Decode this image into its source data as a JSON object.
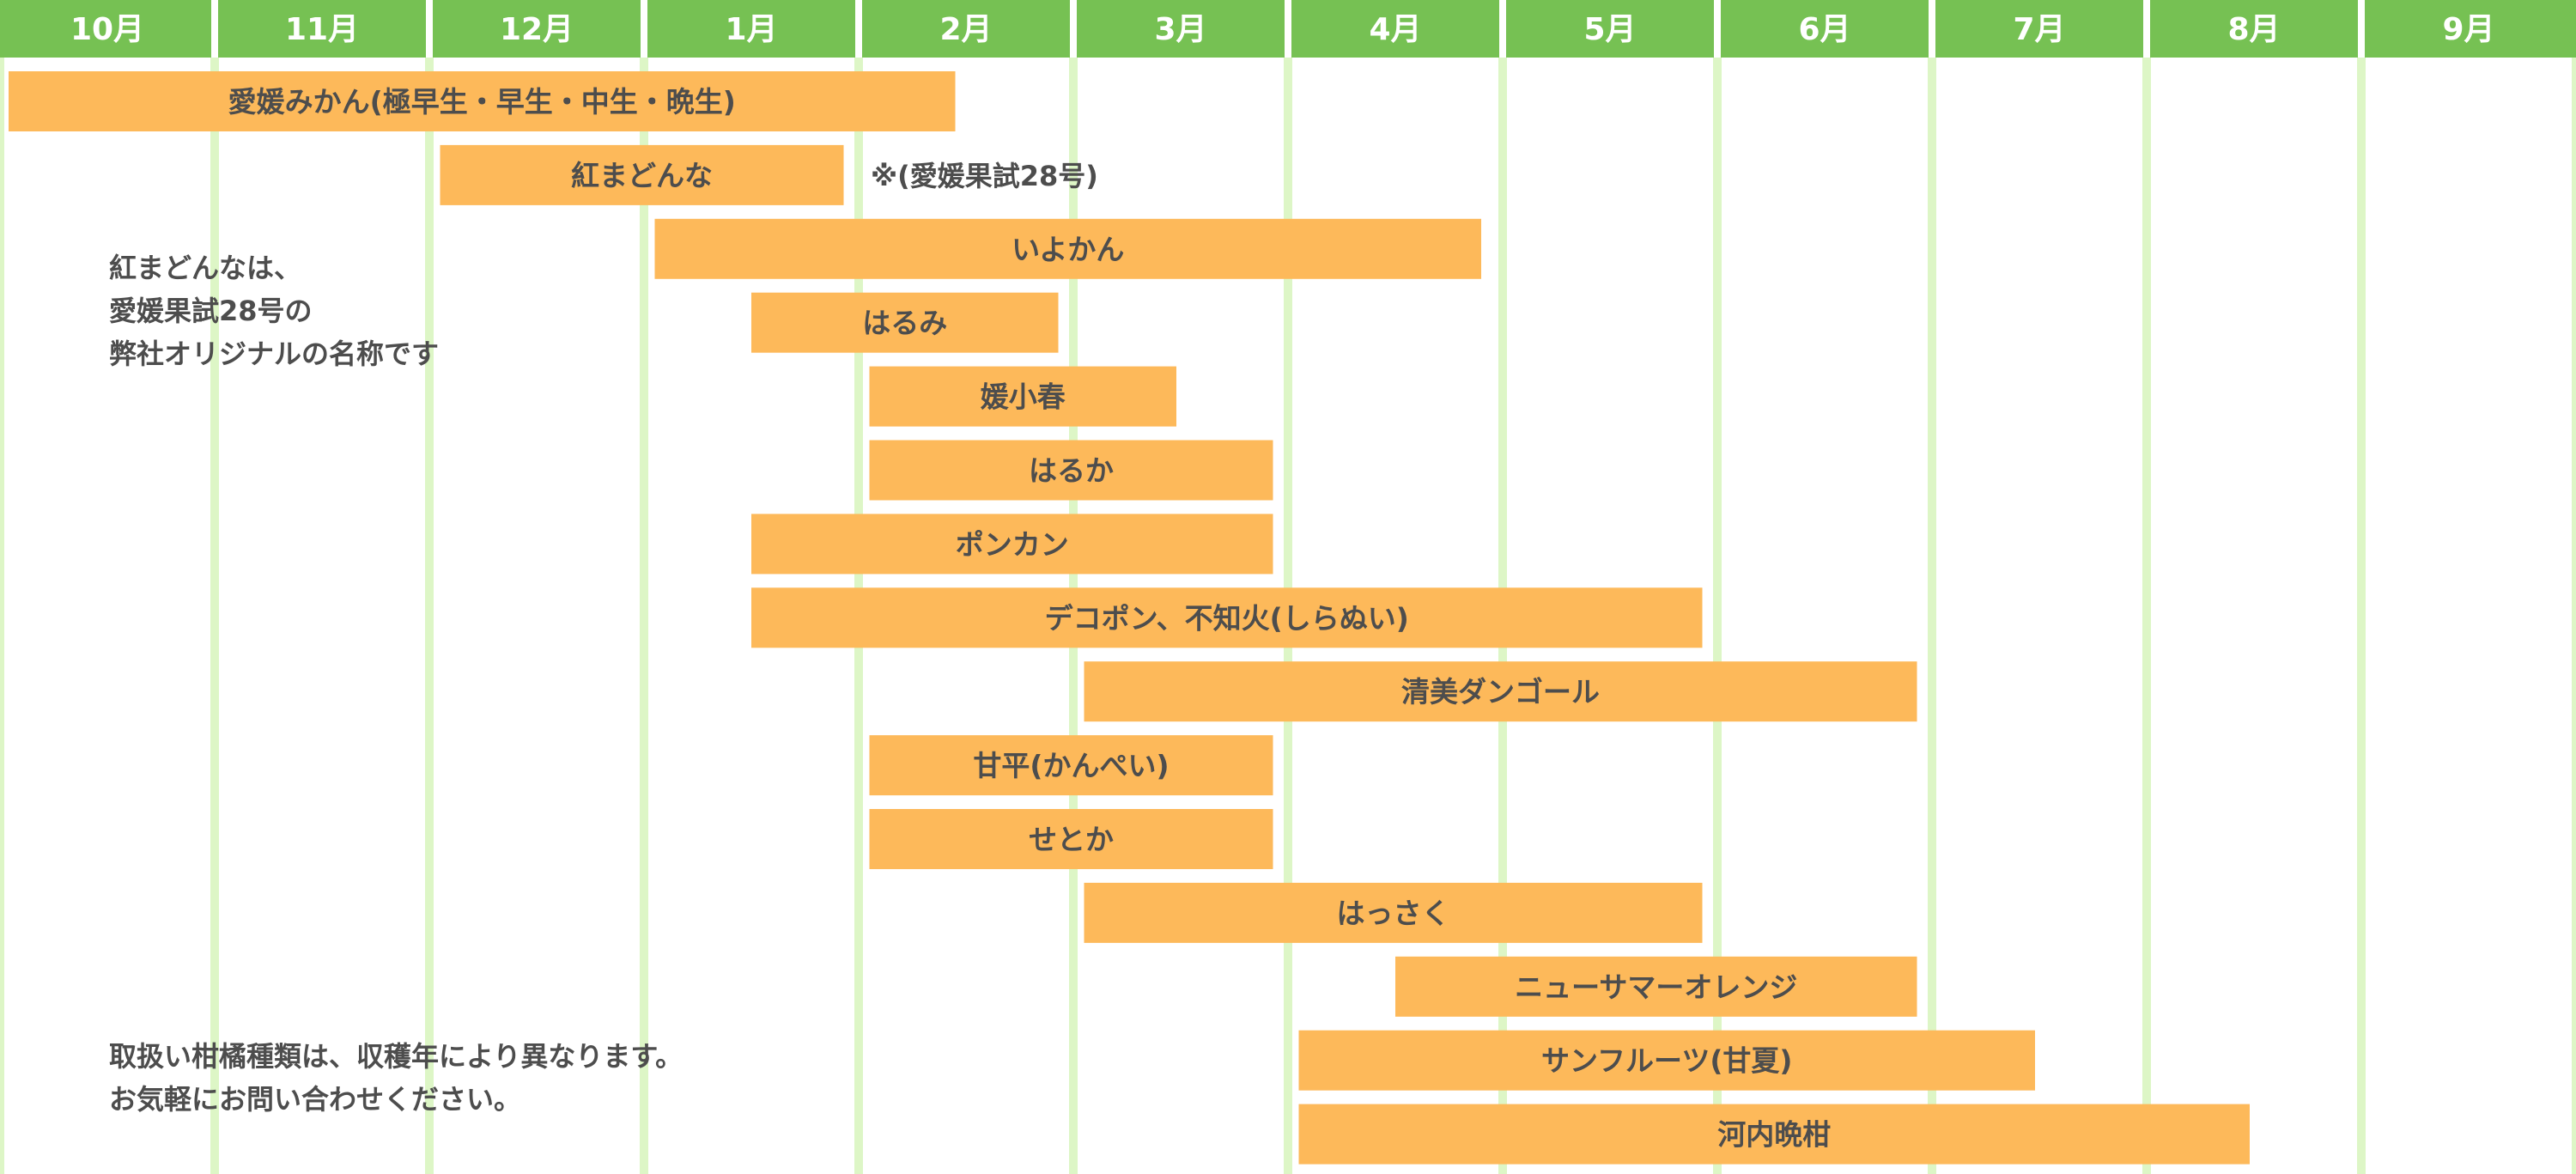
{
  "chart_data": {
    "type": "gantt",
    "months": [
      "10月",
      "11月",
      "12月",
      "1月",
      "2月",
      "3月",
      "4月",
      "5月",
      "6月",
      "7月",
      "8月",
      "9月"
    ],
    "bars": [
      {
        "label": "愛媛みかん(極早生・早生・中生・晩生)",
        "start": 0.04,
        "end": 4.45
      },
      {
        "label": "紅まどんな",
        "start": 2.05,
        "end": 3.93
      },
      {
        "label": "いよかん",
        "start": 3.05,
        "end": 6.9
      },
      {
        "label": "はるみ",
        "start": 3.5,
        "end": 4.93
      },
      {
        "label": "媛小春",
        "start": 4.05,
        "end": 5.48
      },
      {
        "label": "はるか",
        "start": 4.05,
        "end": 5.93
      },
      {
        "label": "ポンカン",
        "start": 3.5,
        "end": 5.93
      },
      {
        "label": "デコポン、不知火(しらぬい)",
        "start": 3.5,
        "end": 7.93
      },
      {
        "label": "清美ダンゴール",
        "start": 5.05,
        "end": 8.93
      },
      {
        "label": "甘平(かんぺい)",
        "start": 4.05,
        "end": 5.93
      },
      {
        "label": "せとか",
        "start": 4.05,
        "end": 5.93
      },
      {
        "label": "はっさく",
        "start": 5.05,
        "end": 7.93
      },
      {
        "label": "ニューサマーオレンジ",
        "start": 6.5,
        "end": 8.93
      },
      {
        "label": "サンフルーツ(甘夏)",
        "start": 6.05,
        "end": 9.48
      },
      {
        "label": "河内晩柑",
        "start": 6.05,
        "end": 10.48
      }
    ],
    "annotation": "※(愛媛果試28号)",
    "notes": [
      [
        "紅まどんなは、",
        "愛媛果試28号の",
        "弊社オリジナルの名称です"
      ],
      [
        "取扱い柑橘種類は、収穫年により異なります。",
        "お気軽にお問い合わせください。"
      ]
    ]
  },
  "colors": {
    "header": "#76c153",
    "gridline": "#ddf6c6",
    "bar": "#fdb95a",
    "text": "#4d4d4d",
    "header_text": "#ffffff"
  }
}
